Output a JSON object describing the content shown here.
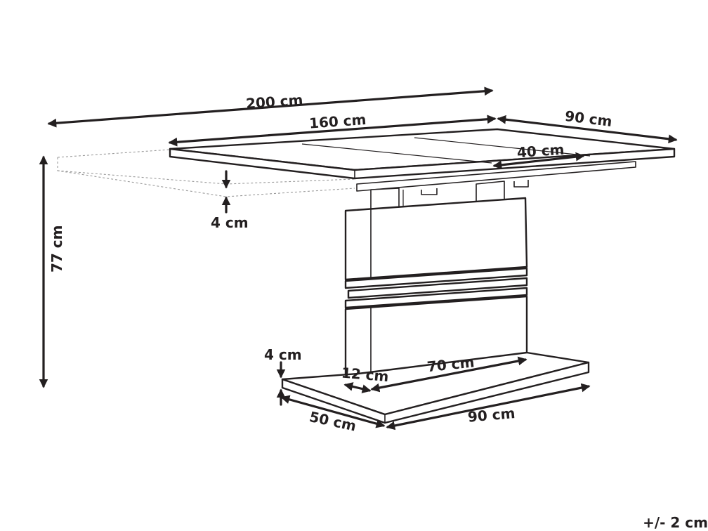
{
  "dimensions": {
    "extended_length": "200 cm",
    "table_length": "160 cm",
    "table_depth": "90 cm",
    "extension_length": "40 cm",
    "top_thickness": "4 cm",
    "table_height": "77 cm",
    "base_thickness": "4 cm",
    "base_offset": "12 cm",
    "column_width": "70 cm",
    "base_depth": "50 cm",
    "base_width": "90 cm"
  },
  "tolerance": "+/- 2 cm",
  "colors": {
    "line": "#231f20",
    "ghost_outline": "#9a9a9a",
    "background": "#ffffff"
  }
}
